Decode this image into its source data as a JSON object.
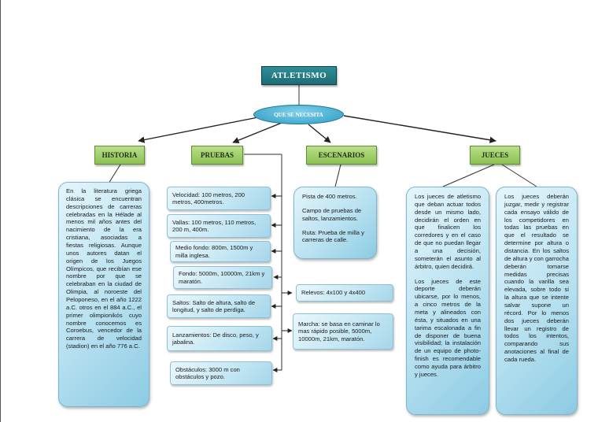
{
  "title": "ATLETISMO",
  "hub": "QUE SE NECESITA",
  "categories": {
    "historia": "HISTORIA",
    "pruebas": "PRUEBAS",
    "escenarios": "ESCENARIOS",
    "jueces": "JUECES"
  },
  "historia_text": "En la literatura griega clásica se encuentran descripciones de carreras celebradas en la Hélade al menos mil años antes del nacimiento de la era cristiana, asociadas a fiestas religiosas. Aunque unos autores datan el origen de los Juegos Olímpicos, que recibían ese nombre por que se celebraban en la ciudad de Olimpia, al noroeste del Peloponeso, en el año 1222 a.C. otros en el 884 a.C., el primer olimpionikós cuyo nombre conocemos es Coroebus, vencedor de la carrera de velocidad (stadion) en el año 776 a.C.",
  "pruebas_items": [
    "Velocidad: 100 metros, 200 metros, 400metros.",
    "Vallas: 100 metros, 110 metros, 200 m, 400m.",
    "Medio fondo: 800m, 1500m y milla inglesa.",
    "Fondo: 5000m, 10000m, 21km y maratón.",
    "Saltos: Salto de altura, salto de longitud, y salto de perdiga.",
    "Lanzamientos: De disco, peso, y jabalina.",
    "Obstáculos: 3000 m con obstáculos y pozo."
  ],
  "relevos": "Relevos: 4x100 y 4x400",
  "marcha": "Marcha: se basa en caminar lo mas rápido posible, 5000m, 10000m, 21km, maratón.",
  "escenarios_items": [
    "Pista de 400 metros.",
    "Campo de pruebas de saltos, lanzamientos.",
    "Ruta: Prueba de milla y carreras de calle."
  ],
  "jueces_left_1": "Los jueces de atletismo que deban actuar todos desde un mismo lado, decidirán el orden en que finalicen los corredores y en el caso de que no puedan llegar a una decisión, someterán el asunto al árbitro, quien decidirá.",
  "jueces_left_2": "Los jueces de este deporte deberán ubicarse, por lo menos, a cinco metros de la meta y alineados con ésta, y situados en una tarima escalonada a fin de disponer de buena visibilidad; la instalación de un equipo de photo-finish es recomendable como ayuda para árbitro y jueces.",
  "jueces_right": "Los jueces deberán juzgar, medir y registrar cada ensayo válido de los competidores en todas las pruebas en que el resultado se determine por altura o distancia. En los saltos de altura y con garrocha deberán tomarse medidas precisas cuando la varilla sea elevada, sobre todo si la altura que se intente salvar supone un récord. Por lo menos dos jueces deberán llevar un registro de todos los intentos, comparando sus anotaciones al final de cada rueda."
}
